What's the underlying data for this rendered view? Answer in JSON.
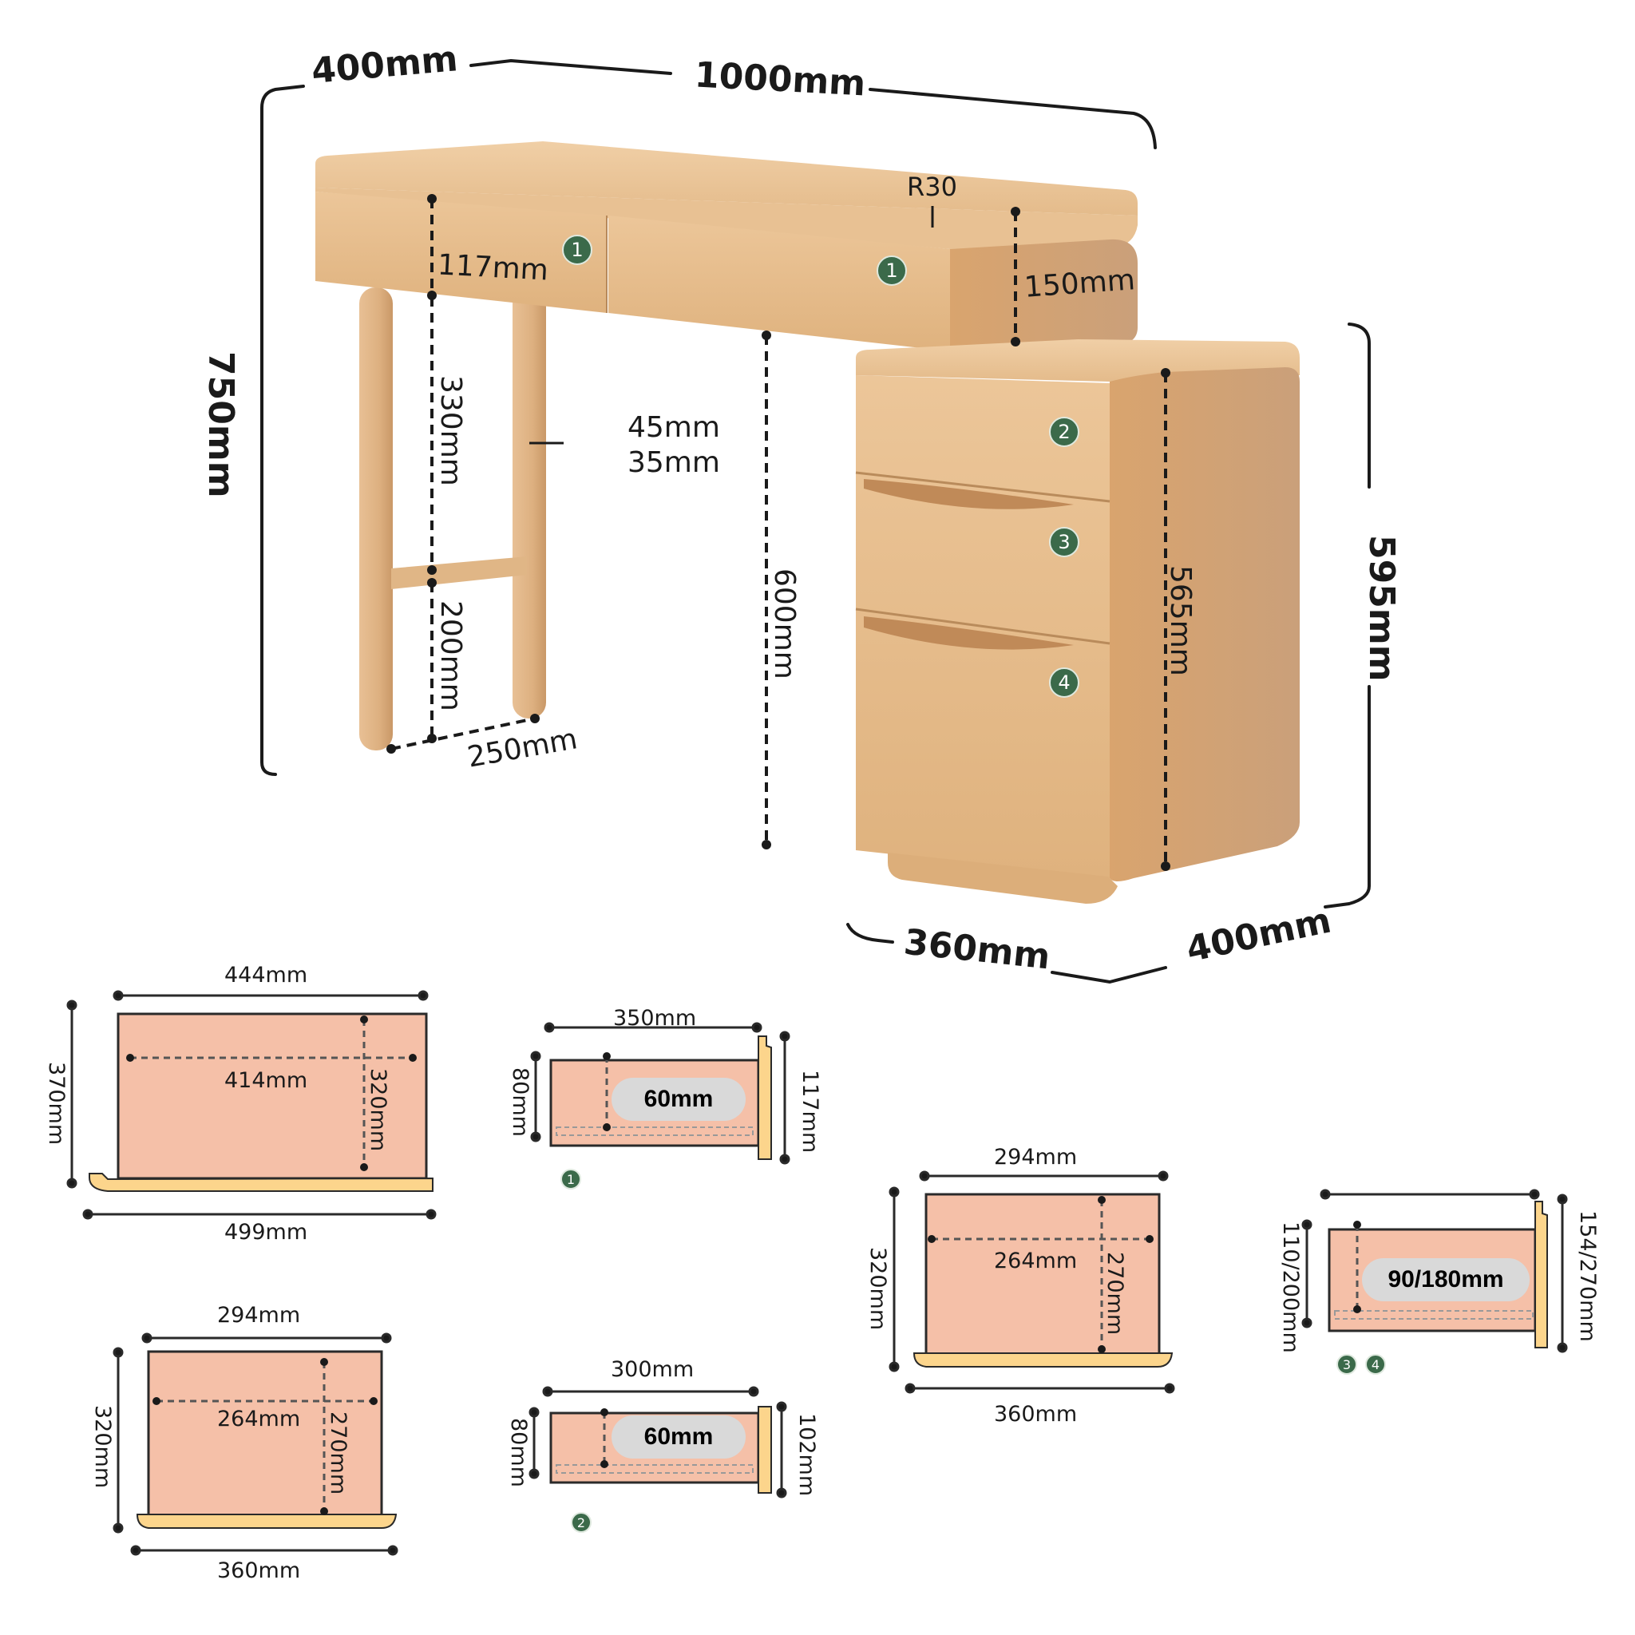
{
  "colors": {
    "wood_light": "#e9c498",
    "wood_mid": "#dcae7a",
    "wood_dark": "#c8925e",
    "drawer_fill": "#f5c0a8",
    "drawer_front": "#fcd58c",
    "badge_green": "#3b6a4a",
    "pill_gray": "#d9d9d9",
    "line": "#1a1a1a"
  },
  "main_view": {
    "overall": {
      "depth": "400mm",
      "width": "1000mm",
      "height": "750mm"
    },
    "desk": {
      "corner_radius": "R30",
      "drawer_height": "117mm",
      "right_drawer_height": "150mm",
      "leg_upper": "330mm",
      "leg_lower": "200mm",
      "leg_spacing": "250mm",
      "leg_size_1": "45mm",
      "leg_size_2": "35mm",
      "knee_clearance": "600mm",
      "drawer_badges": [
        "1",
        "1"
      ]
    },
    "cabinet": {
      "height_outer": "595mm",
      "height_inner": "565mm",
      "width": "360mm",
      "depth": "400mm",
      "drawer_badges": [
        "2",
        "3",
        "4"
      ]
    }
  },
  "drawer_diagrams": [
    {
      "id": "desk-wide-top",
      "outer_width": "444mm",
      "inner_width": "414mm",
      "inner_depth": "320mm",
      "outer_depth": "370mm",
      "front_width": "499mm"
    },
    {
      "id": "drawer-1-side",
      "length": "350mm",
      "side_height": "80mm",
      "inner_height": "60mm",
      "front_height": "117mm",
      "badge": "1"
    },
    {
      "id": "cabinet-top-a",
      "outer_width": "294mm",
      "inner_width": "264mm",
      "inner_depth": "270mm",
      "outer_depth": "320mm",
      "front_width": "360mm"
    },
    {
      "id": "drawer-34-side",
      "side_height": "110/200mm",
      "inner_height": "90/180mm",
      "front_height": "154/270mm",
      "badges": [
        "3",
        "4"
      ]
    },
    {
      "id": "cabinet-top-b",
      "outer_width": "294mm",
      "inner_width": "264mm",
      "inner_depth": "270mm",
      "outer_depth": "320mm",
      "front_width": "360mm"
    },
    {
      "id": "drawer-2-side",
      "length": "300mm",
      "side_height": "80mm",
      "inner_height": "60mm",
      "front_height": "102mm",
      "badge": "2"
    }
  ]
}
